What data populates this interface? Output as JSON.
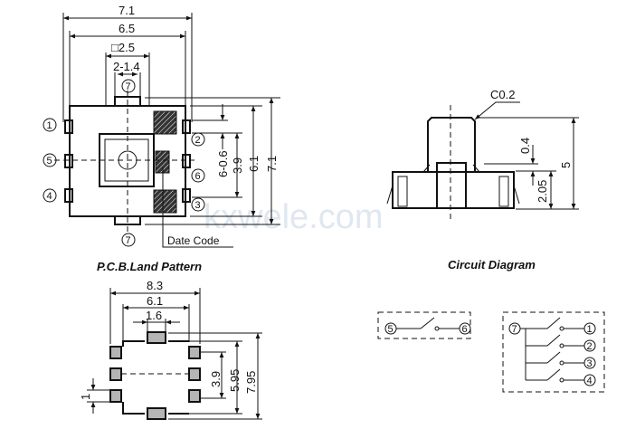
{
  "top_view": {
    "dims": {
      "overall_width": "7.1",
      "body_width": "6.5",
      "button_square": "□2.5",
      "tab_width": "2-1.4",
      "pin_pitch": "6-0.6",
      "pin_span": "3.9",
      "body_height": "6.1",
      "overall_height": "7.1"
    },
    "pins": {
      "p1": "1",
      "p2": "2",
      "p3": "3",
      "p4": "4",
      "p5": "5",
      "p6": "6",
      "p7_top": "7",
      "p7_bottom": "7"
    },
    "date_code": "Date Code"
  },
  "side_view": {
    "dims": {
      "chamfer": "C0.2",
      "travel": "0.4",
      "body_height": "2.05",
      "total_height": "5"
    }
  },
  "watermark": "kxwele.com",
  "pcb_title": "P.C.B.Land Pattern",
  "circuit_title": "Circuit Diagram",
  "pcb_land": {
    "dims": {
      "outer_width": "8.3",
      "pad_span": "6.1",
      "center_pad": "1.6",
      "pad_height": "1",
      "pin_span": "3.9",
      "inner_height": "5.95",
      "outer_height": "7.95"
    }
  },
  "circuit": {
    "switch_a": {
      "from": "5",
      "to": "6"
    },
    "switch_b": {
      "common": "7",
      "outputs": [
        "1",
        "2",
        "3",
        "4"
      ]
    }
  },
  "colors": {
    "line": "#111111",
    "pad_fill": "#b5b5b5",
    "watermark": "#dfe7f1"
  }
}
